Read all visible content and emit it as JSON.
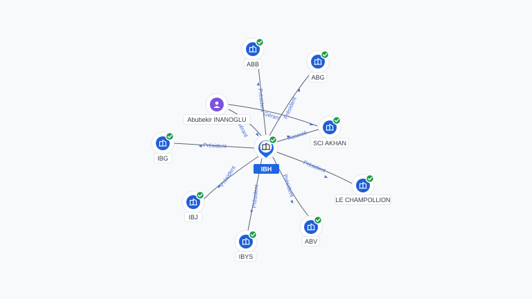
{
  "center": {
    "label": "IBH",
    "icon": "building-icon"
  },
  "nodes": [
    {
      "id": "abb",
      "label": "ABB",
      "kind": "company",
      "icon": "building-icon",
      "verified": true
    },
    {
      "id": "abg",
      "label": "ABG",
      "kind": "company",
      "icon": "building-icon",
      "verified": true
    },
    {
      "id": "abubekir",
      "label": "Abubekir INANOGLU",
      "kind": "person",
      "icon": "person-icon",
      "verified": false
    },
    {
      "id": "sci-akhan",
      "label": "SCI AKHAN",
      "kind": "company",
      "icon": "building-icon",
      "verified": true
    },
    {
      "id": "ibg",
      "label": "IBG",
      "kind": "company",
      "icon": "building-icon",
      "verified": true
    },
    {
      "id": "le-champollion",
      "label": "LE CHAMPOLLION",
      "kind": "company",
      "icon": "building-icon",
      "verified": true
    },
    {
      "id": "ibj",
      "label": "IBJ",
      "kind": "company",
      "icon": "building-icon",
      "verified": true
    },
    {
      "id": "abv",
      "label": "ABV",
      "kind": "company",
      "icon": "building-icon",
      "verified": true
    },
    {
      "id": "ibys",
      "label": "IBYS",
      "kind": "company",
      "icon": "building-icon",
      "verified": true
    }
  ],
  "edges": [
    {
      "from": "center",
      "to": "abb",
      "label": "Président"
    },
    {
      "from": "center",
      "to": "abg",
      "label": "Président"
    },
    {
      "from": "abubekir",
      "to": "center",
      "label": "Gérant"
    },
    {
      "from": "abubekir",
      "to": "sci-akhan",
      "label": "Gérant"
    },
    {
      "from": "center",
      "to": "sci-akhan",
      "label": "Associé"
    },
    {
      "from": "center",
      "to": "ibg",
      "label": "Président"
    },
    {
      "from": "center",
      "to": "le-champollion",
      "label": "Président"
    },
    {
      "from": "center",
      "to": "ibj",
      "label": "Président"
    },
    {
      "from": "center",
      "to": "abv",
      "label": "Président"
    },
    {
      "from": "center",
      "to": "ibys",
      "label": "Président"
    }
  ],
  "colors": {
    "company": "#1f5fd6",
    "person": "#7a52e0",
    "verified": "#1e9b4e",
    "edge_label": "#4a6fd6",
    "center_label_bg": "#1f66e0"
  }
}
